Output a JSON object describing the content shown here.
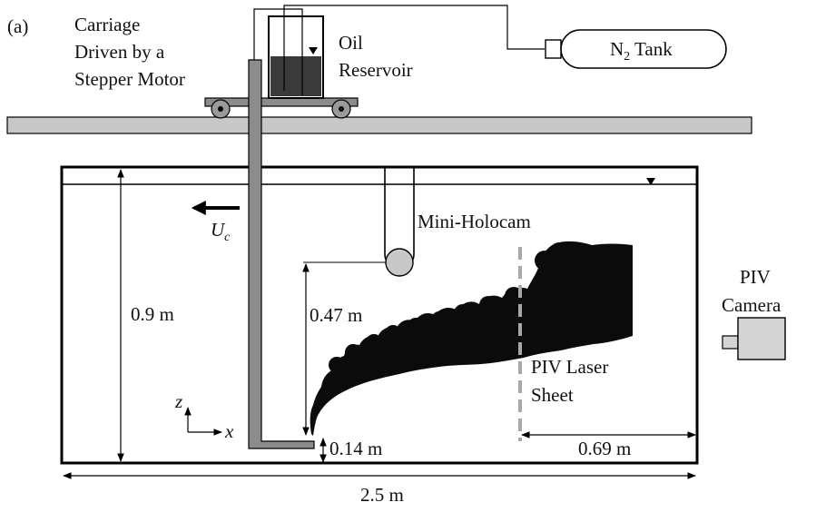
{
  "panel_label": "(a)",
  "carriage": {
    "label_line1": "Carriage",
    "label_line2": "Driven by a",
    "label_line3": "Stepper Motor"
  },
  "reservoir": {
    "label_line1": "Oil",
    "label_line2": "Reservoir"
  },
  "tank": {
    "label_main": "N",
    "label_sub": "2",
    "label_rest": " Tank"
  },
  "velocity": {
    "symbol": "U",
    "subscript": "c"
  },
  "holocam": {
    "label": "Mini-Holocam"
  },
  "piv_camera": {
    "label_line1": "PIV",
    "label_line2": "Camera"
  },
  "laser": {
    "label_line1": "PIV Laser",
    "label_line2": "Sheet"
  },
  "axes": {
    "z_label": "z",
    "x_label": "x"
  },
  "dimensions": {
    "depth": "0.9 m",
    "holocam_height": "0.47 m",
    "nozzle_height": "0.14 m",
    "laser_distance": "0.69 m",
    "tank_length": "2.5 m"
  },
  "colors": {
    "stroke": "#000000",
    "rail_fill": "#c8c8c8",
    "pipe_fill": "#8c8c8c",
    "oil_fill": "#3a3a3a",
    "plume_fill": "#0b0b0b",
    "laser_color": "#a8a8a8",
    "camera_fill": "#d4d4d4"
  }
}
